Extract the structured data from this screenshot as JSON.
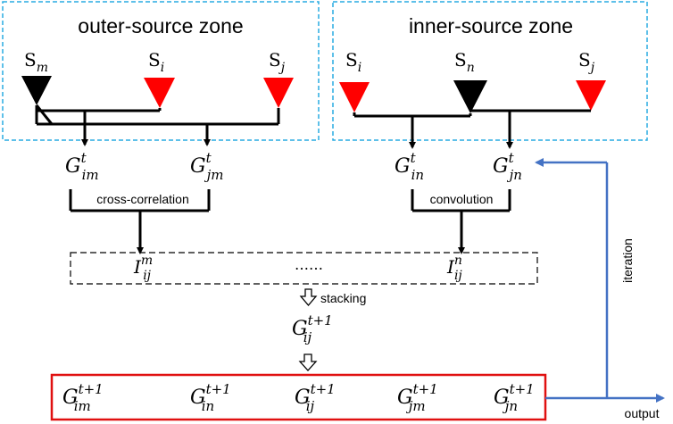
{
  "zones": {
    "outer": {
      "title": "outer-source zone"
    },
    "inner": {
      "title": "inner-source zone"
    }
  },
  "sources": {
    "outer": [
      {
        "base": "S",
        "sub": "m",
        "color": "#000000"
      },
      {
        "base": "S",
        "sub": "i",
        "color": "#ff0000"
      },
      {
        "base": "S",
        "sub": "j",
        "color": "#ff0000"
      }
    ],
    "inner": [
      {
        "base": "S",
        "sub": "i",
        "color": "#ff0000"
      },
      {
        "base": "S",
        "sub": "n",
        "color": "#000000"
      },
      {
        "base": "S",
        "sub": "j",
        "color": "#ff0000"
      }
    ]
  },
  "greens_functions": {
    "G_im_t": {
      "base": "G",
      "sub": "im",
      "sup": "t"
    },
    "G_jm_t": {
      "base": "G",
      "sub": "jm",
      "sup": "t"
    },
    "G_in_t": {
      "base": "G",
      "sub": "in",
      "sup": "t"
    },
    "G_jn_t": {
      "base": "G",
      "sub": "jn",
      "sup": "t"
    }
  },
  "operations": {
    "cross_correlation": "cross-correlation",
    "convolution": "convolution",
    "stacking": "stacking",
    "iteration": "iteration",
    "output": "output"
  },
  "interferometry": {
    "I_ij_m": {
      "base": "I",
      "sub": "ij",
      "sup": "m"
    },
    "ellipsis": "……",
    "I_ij_n": {
      "base": "I",
      "sub": "ij",
      "sup": "n"
    }
  },
  "stacked": {
    "base": "G",
    "sub": "ij",
    "sup": "t+1"
  },
  "output_row": [
    {
      "base": "G",
      "sub": "im",
      "sup": "t+1"
    },
    {
      "base": "G",
      "sub": "in",
      "sup": "t+1"
    },
    {
      "base": "G",
      "sub": "ij",
      "sup": "t+1"
    },
    {
      "base": "G",
      "sub": "jm",
      "sup": "t+1"
    },
    {
      "base": "G",
      "sub": "jn",
      "sup": "t+1"
    }
  ],
  "colors": {
    "zone_border": "#29abe2",
    "output_box_border": "#e01010",
    "iteration_arrow": "#4472c4",
    "source_red": "#ff0000",
    "source_black": "#000000"
  }
}
